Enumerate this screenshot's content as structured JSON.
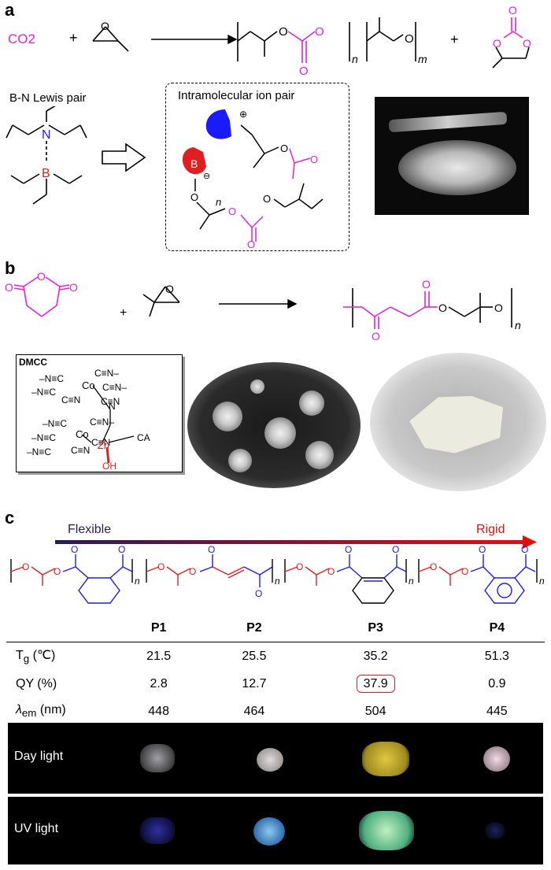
{
  "panel_a": {
    "label": "a",
    "co2": "CO2",
    "plus1": "+",
    "plus2": "+",
    "n_sub": "n",
    "m_sub": "m",
    "lewis_pair_label": "B-N Lewis pair",
    "ion_pair_label": "Intramolecular  ion pair",
    "atom_N": "N",
    "atom_B": "B",
    "atom_O": "O",
    "n_chain": "n",
    "plus_charge": "⊕",
    "minus_charge": "⊖"
  },
  "panel_b": {
    "label": "b",
    "plus": "+",
    "n_sub": "n",
    "dmcc_label": "DMCC",
    "cn_left": "–N≡C",
    "cn_right": "C≡N–",
    "co": "Co",
    "zn": "Zn",
    "ca": "CA",
    "oh": "OH",
    "cn": "C≡N",
    "n": "N"
  },
  "panel_c": {
    "label": "c",
    "flexible": "Flexible",
    "rigid": "Rigid",
    "n_sub": "n",
    "polymers": [
      "P1",
      "P2",
      "P3",
      "P4"
    ],
    "rows": [
      {
        "label": "Tg (℃)",
        "label_main": "T",
        "label_sub": "g",
        "label_tail": " (℃)",
        "values": [
          "21.5",
          "25.5",
          "35.2",
          "51.3"
        ]
      },
      {
        "label": "QY (%)",
        "label_main": "QY (%)",
        "label_sub": "",
        "label_tail": "",
        "values": [
          "2.8",
          "12.7",
          "37.9",
          "0.9"
        ]
      },
      {
        "label": "λem (nm)",
        "label_main": "λ",
        "label_sub": "em",
        "label_tail": " (nm)",
        "values": [
          "448",
          "464",
          "504",
          "445"
        ]
      }
    ],
    "highlighted_value": "37.9",
    "day_light_label": "Day light",
    "uv_light_label": "UV light"
  },
  "colors": {
    "magenta": "#e020e0",
    "blue": "#1a1aff",
    "red": "#e02020",
    "arrow_start": "#2a1a5a",
    "arrow_end": "#e01010"
  }
}
